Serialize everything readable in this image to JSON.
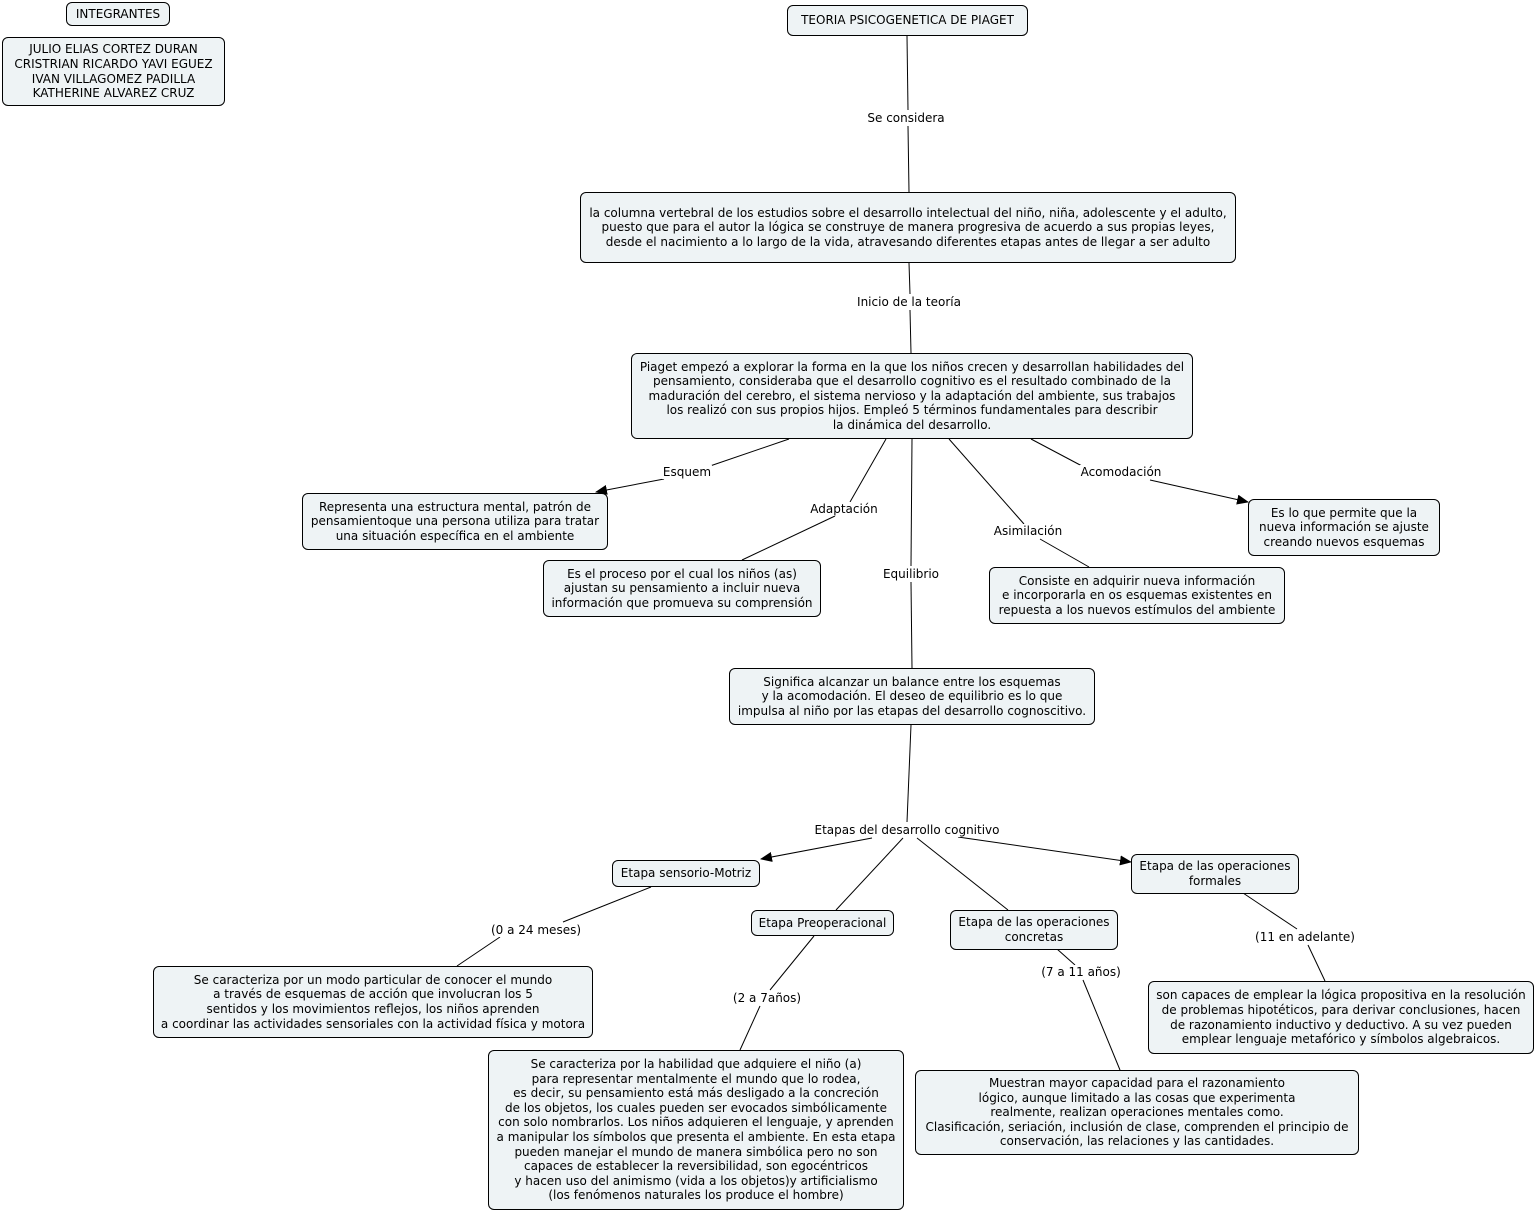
{
  "title": "TEORIA PSICOGENETICA DE PIAGET",
  "integrantes": {
    "heading": "INTEGRANTES",
    "names": "JULIO ELIAS CORTEZ DURAN\nCRISTRIAN RICARDO YAVI EGUEZ\nIVAN VILLAGOMEZ PADILLA\nKATHERINE ALVAREZ CRUZ"
  },
  "concepts": {
    "columna": "la columna vertebral de los estudios sobre el desarrollo intelectual del niño, niña, adolescente y el adulto,\npuesto que para el autor la lógica se construye de manera progresiva de acuerdo a sus propias leyes,\ndesde el nacimiento a lo largo de la vida, atravesando diferentes etapas antes de llegar a ser adulto",
    "piaget": "Piaget empezó a explorar la forma en la que los niños crecen y desarrollan habilidades del\npensamiento, consideraba que el desarrollo cognitivo es el resultado combinado de la\nmaduración del cerebro, el sistema nervioso y la adaptación del ambiente, sus trabajos\nlos realizó con sus propios hijos. Empleó 5 términos fundamentales para describir\nla dinámica del desarrollo.",
    "esquema": "Representa una estructura mental, patrón de\npensamientoque una persona utiliza para tratar\nuna situación específica en el ambiente",
    "adaptacion": "Es el proceso por el cual los niños (as)\najustan su pensamiento a incluir nueva\ninformación que promueva su comprensión",
    "asimilacion": "Consiste en adquirir nueva información\ne incorporarla en os esquemas existentes en\nrepuesta a los nuevos estímulos del ambiente",
    "acomodacion": "Es lo que permite que la\nnueva información se ajuste\ncreando nuevos esquemas",
    "equilibrio": "Significa alcanzar un balance entre los esquemas\ny la acomodación. El deseo de equilibrio es lo que\nimpulsa al niño por las etapas del desarrollo cognoscitivo.",
    "sensorio": "Etapa sensorio-Motriz",
    "preoperacional": "Etapa Preoperacional",
    "concretas": "Etapa de las operaciones\nconcretas",
    "formales": "Etapa de las operaciones\nformales",
    "sensorio_desc": "Se caracteriza por un modo particular de conocer el mundo\na través de esquemas de acción que involucran los 5\nsentidos y los movimientos reflejos, los niños aprenden\na coordinar las actividades sensoriales con la actividad física y motora",
    "preop_desc": "Se caracteriza por la habilidad que adquiere el niño (a)\npara representar mentalmente el mundo que lo rodea,\nes decir, su pensamiento está más desligado a la concreción\nde los objetos, los cuales pueden ser evocados simbólicamente\ncon solo nombrarlos. Los niños adquieren el lenguaje, y aprenden\na manipular los símbolos que presenta el ambiente. En esta etapa\npueden manejar el mundo de manera simbólica pero no son\ncapaces de establecer la reversibilidad, son egocéntricos\ny hacen uso del animismo (vida a los objetos)y artificialismo\n(los fenómenos naturales los produce el hombre)",
    "concretas_desc": "Muestran mayor capacidad para el razonamiento\nlógico, aunque limitado a las cosas que experimenta\nrealmente, realizan operaciones mentales como.\nClasificación, seriación, inclusión de clase, comprenden el principio de\nconservación, las relaciones y las cantidades.",
    "formales_desc": "son capaces de emplear la lógica propositiva en la resolución\nde problemas hipotéticos, para derivar conclusiones, hacen\nde razonamiento inductivo y deductivo. A su vez pueden\nemplear lenguaje metafórico y símbolos algebraicos."
  },
  "links": {
    "se_considera": "Se considera",
    "inicio": "Inicio de la teoría",
    "esquem": "Esquem",
    "adaptacion": "Adaptación",
    "equilibrio": "Equilibrio",
    "asimilacion": "Asimilación",
    "acomodacion": "Acomodación",
    "etapas": "Etapas del desarrollo cognitivo",
    "edad_sensorio": "(0 a 24 meses)",
    "edad_preop": "(2 a 7años)",
    "edad_concretas": "(7 a 11 años)",
    "edad_formales": "(11 en adelante)"
  },
  "colors": {
    "node_fill": "#eef3f5",
    "line": "#000000",
    "background": "#ffffff"
  }
}
